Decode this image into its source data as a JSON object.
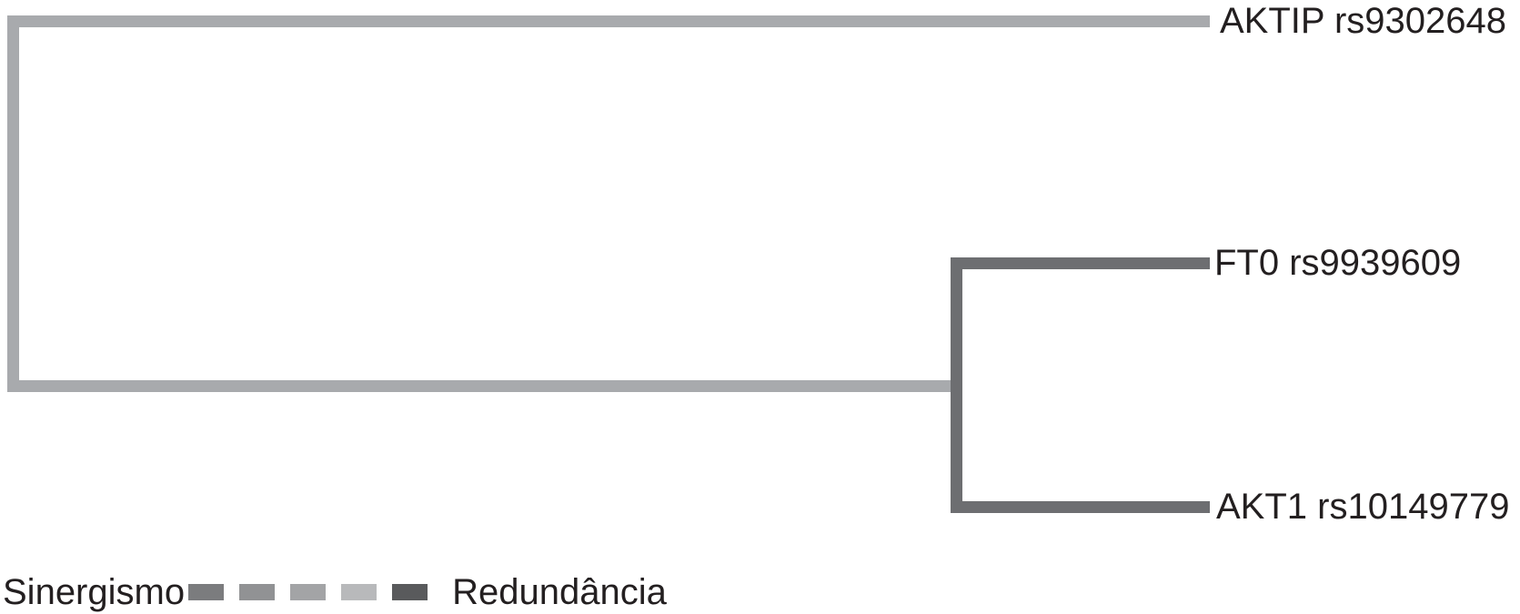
{
  "chart_data": {
    "type": "dendrogram",
    "orientation": "horizontal, leaves on the right",
    "leaves": [
      "AKTIP rs9302648",
      "FT0 rs9939609",
      "AKT1 rs10149779"
    ],
    "topology": "((FT0 rs9939609, AKT1 rs10149779), AKTIP rs9302648)",
    "clusters": [
      {
        "members": [
          "FT0 rs9939609",
          "AKT1 rs10149779"
        ],
        "branch_color": "#6d6e71",
        "color_meaning": "darker gray, toward Redundância end of scale"
      },
      {
        "members": [
          "(FT0 rs9939609 + AKT1 rs10149779)",
          "AKTIP rs9302648"
        ],
        "branch_color": "#a8aaad",
        "color_meaning": "light gray, toward middle/Sinergismo side of scale"
      }
    ],
    "legend": {
      "left_label": "Sinergismo",
      "right_label": "Redundância",
      "scale_colors": [
        "#7b7c7e",
        "#919294",
        "#a3a4a6",
        "#b8b9bb",
        "#595a5c"
      ]
    },
    "grid": false,
    "axes": "none"
  },
  "tree": {
    "leaves": [
      {
        "label": "AKTIP rs9302648"
      },
      {
        "label": "FT0 rs9939609"
      },
      {
        "label": "AKT1 rs10149779"
      }
    ]
  },
  "legend": {
    "left_label": "Sinergismo",
    "right_label": "Redundância",
    "swatches": [
      "#7b7c7e",
      "#919294",
      "#a3a4a6",
      "#b8b9bb",
      "#595a5c"
    ]
  },
  "colors": {
    "light_branch": "#a8aaad",
    "dark_branch": "#6d6e71",
    "text": "#231f20",
    "background": "#ffffff"
  }
}
